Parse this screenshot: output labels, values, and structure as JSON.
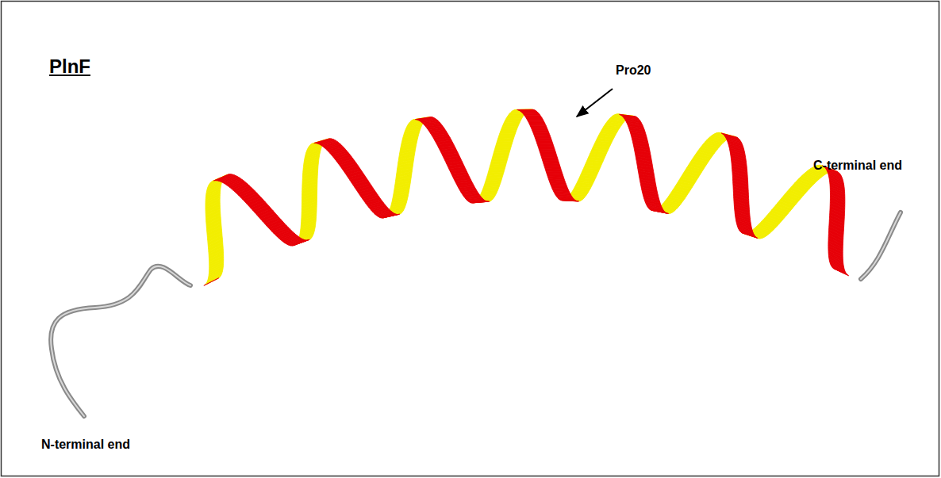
{
  "diagram": {
    "title": "PlnF",
    "labels": [
      "Pro20",
      "N-terminal end",
      "C-terminal end"
    ]
  }
}
